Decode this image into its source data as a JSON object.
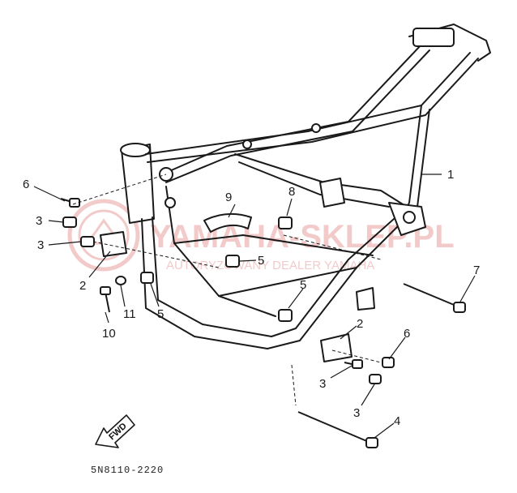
{
  "watermark": {
    "brand": "YAMAHA-SKLEP.PL",
    "tagline": "AUTORYZOWANY DEALER YAMAHA",
    "color": "#e8a0a0"
  },
  "callouts": {
    "c1": "1",
    "c2a": "2",
    "c2b": "2",
    "c3a": "3",
    "c3b": "3",
    "c3c": "3",
    "c3d": "3",
    "c4": "4",
    "c5a": "5",
    "c5b": "5",
    "c5c": "5",
    "c6a": "6",
    "c6b": "6",
    "c7": "7",
    "c8": "8",
    "c9": "9",
    "c10": "10",
    "c11": "11"
  },
  "fwd_label": "FWD",
  "diagram_code": "5N8110-2220",
  "colors": {
    "line": "#1a1a1a",
    "fill": "#ffffff"
  }
}
